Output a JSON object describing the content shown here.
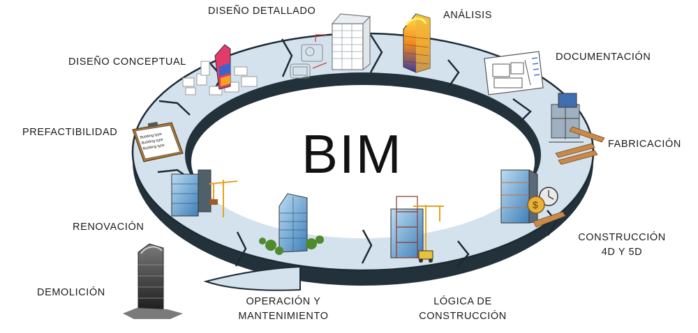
{
  "center_title": "BIM",
  "stages": {
    "diseno_detallado": "DISEÑO DETALLADO",
    "analisis": "ANÁLISIS",
    "documentacion": "DOCUMENTACIÓN",
    "fabricacion": "FABRICACIÓN",
    "construccion_line1": "CONSTRUCCIÓN",
    "construccion_line2": "4D Y 5D",
    "logica_line1": "LÓGICA DE",
    "logica_line2": "CONSTRUCCIÓN",
    "operacion_line1": "OPERACIÓN Y",
    "operacion_line2": "MANTENIMIENTO",
    "demolicion": "DEMOLICIÓN",
    "renovacion": "RENOVACIÓN",
    "prefactibilidad": "PREFACTIBILIDAD",
    "diseno_conceptual": "DISEÑO CONCEPTUAL"
  },
  "clipboard_lines": [
    "Building type",
    "Building type",
    "Building type"
  ],
  "colors": {
    "ring_fill": "#d4e2ee",
    "ring_edge": "#1c2b33",
    "ring_wall": "#22313a",
    "glass": "#6aa7d8",
    "accent_orange": "#f29a1e",
    "crane": "#e4a21c"
  }
}
